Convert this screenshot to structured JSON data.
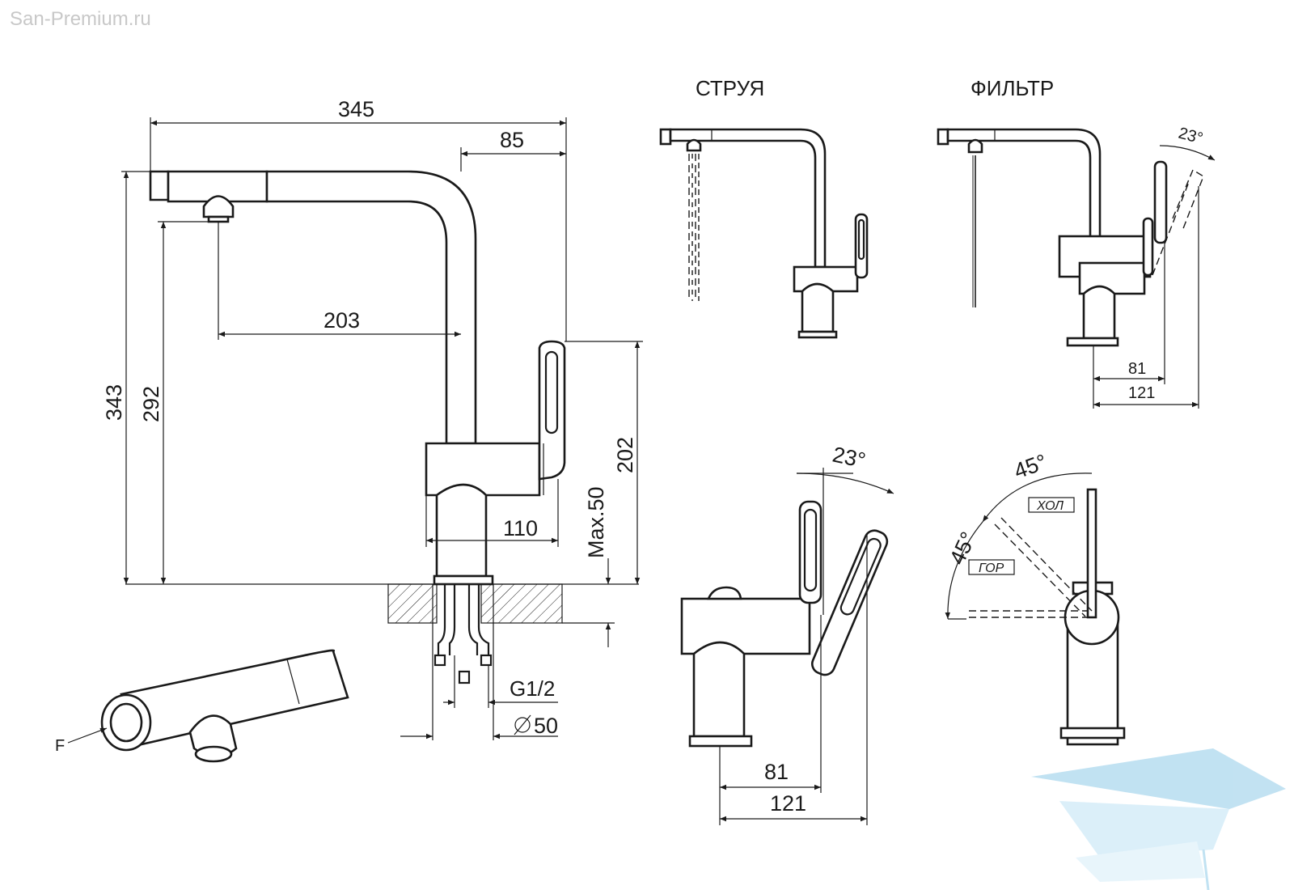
{
  "watermark": "San-Premium.ru",
  "views": {
    "jet_label": "СТРУЯ",
    "filter_label": "ФИЛЬТР"
  },
  "dimensions": {
    "total_length": "345",
    "spout_offset": "85",
    "reach": "203",
    "total_height": "343",
    "spout_height": "292",
    "lever_height": "202",
    "body_length": "110",
    "max_thickness": "Max.50",
    "thread": "G1/2",
    "hole_diameter": "50",
    "side_81": "81",
    "side_121": "121",
    "small_81": "81",
    "small_121": "121",
    "angle_23": "23°",
    "small_angle_23": "23°",
    "angle_45_top": "45°",
    "angle_45_left": "45°"
  },
  "labels": {
    "cold": "ХОЛ",
    "hot": "ГОР",
    "flow": "F"
  },
  "colors": {
    "line": "#1a1a1a",
    "watermark": "#c8c8c8",
    "logo": "#bfe3f5"
  },
  "logo": "bathtub-logo"
}
